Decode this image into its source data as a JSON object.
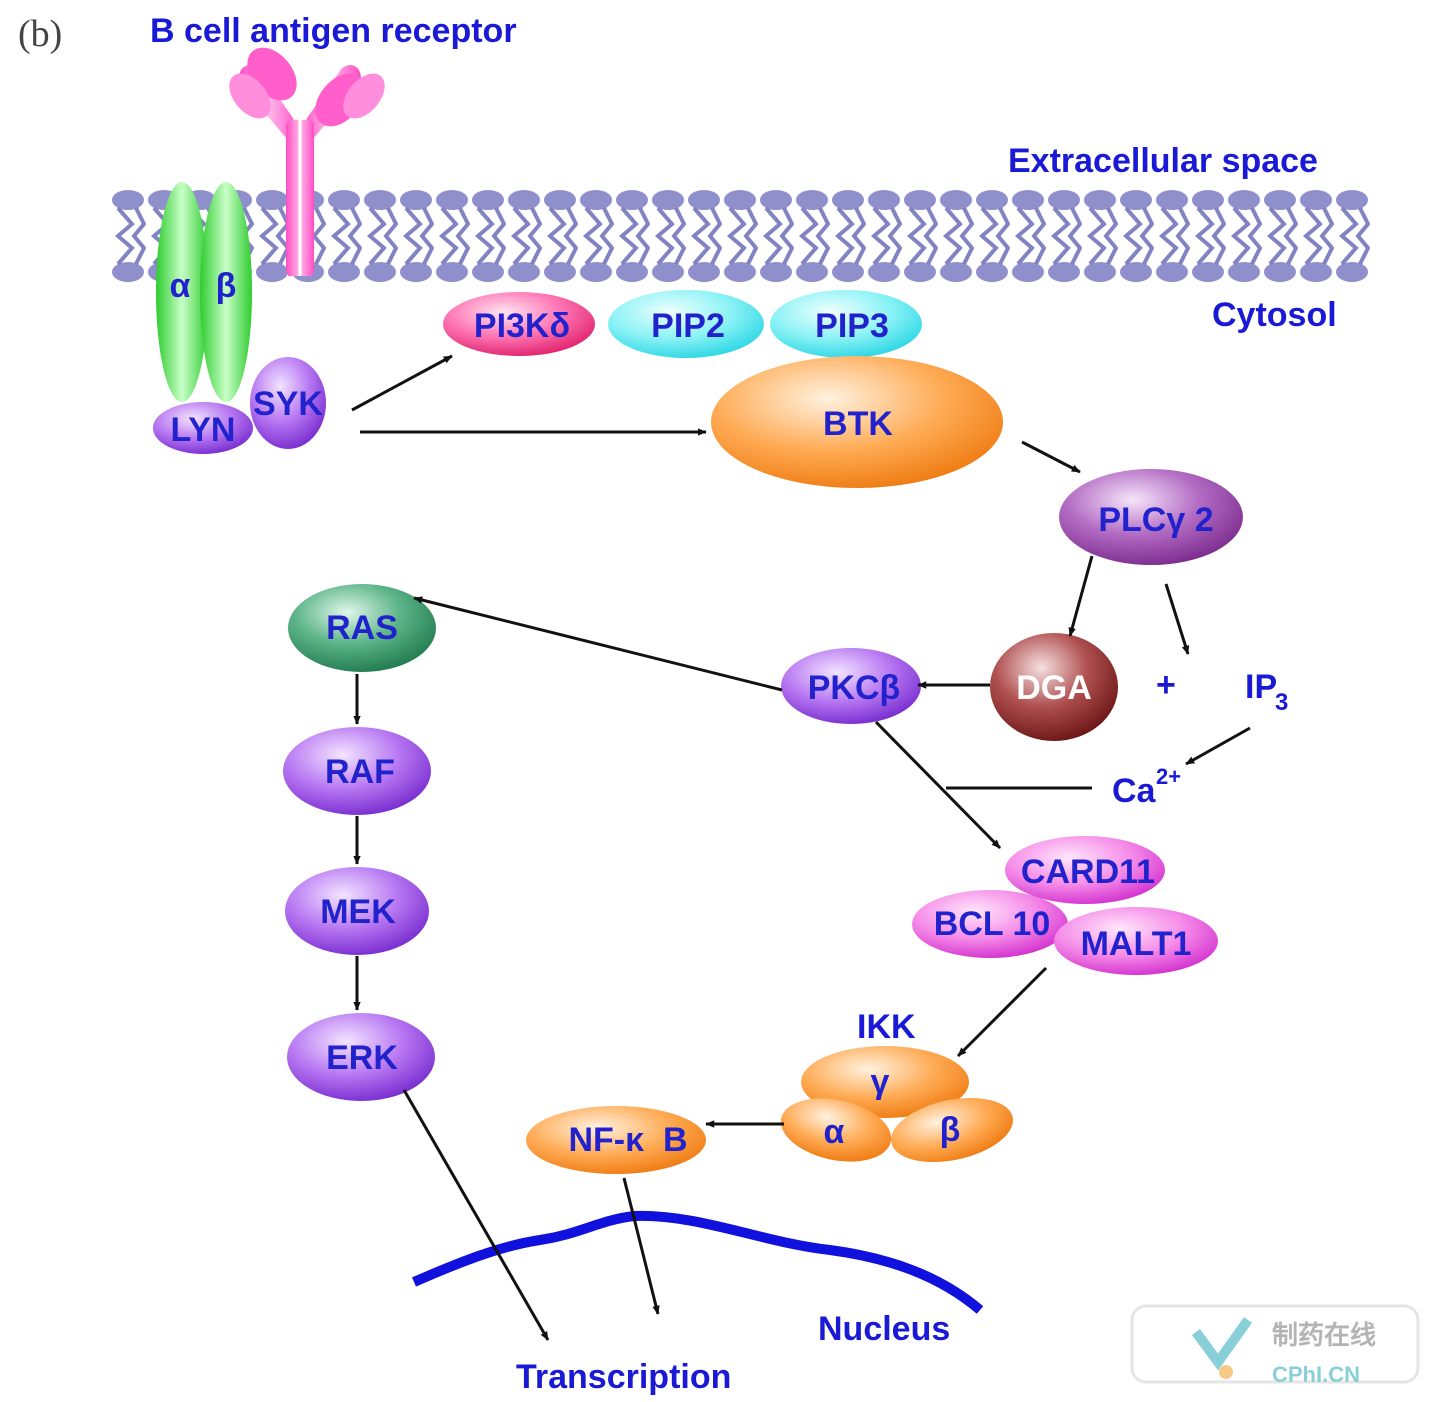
{
  "figure": {
    "panel_label": "(b)",
    "receptor_title": "B cell antigen receptor",
    "extracellular": "Extracellular space",
    "cytosol": "Cytosol",
    "nucleus": "Nucleus",
    "transcription": "Transcription"
  },
  "nodes": {
    "alpha_chain": "α",
    "beta_chain": "β",
    "lyn": "LYN",
    "syk": "SYK",
    "pi3k": "PI3Kδ",
    "pip2": "PIP2",
    "pip3": "PIP3",
    "btk": "BTK",
    "plcg2": "PLCγ 2",
    "ras": "RAS",
    "raf": "RAF",
    "mek": "MEK",
    "erk": "ERK",
    "pkcb": "PKCβ",
    "dga": "DGA",
    "plus": "+",
    "ip3": "IP",
    "ip3_sub": "3",
    "ca": "Ca",
    "ca_sup": "2+",
    "card11": "CARD11",
    "bcl10": "BCL 10",
    "malt1": "MALT1",
    "ikk": "IKK",
    "ikk_gamma": "γ",
    "ikk_alpha": "α",
    "ikk_beta": "β",
    "nfkb": "NF-κ  B"
  },
  "watermark": {
    "chinese": "制药在线",
    "brand": "CPhI.CN"
  },
  "colors": {
    "label_blue": "#1a1ad6",
    "membrane": "#8c8cc8",
    "receptor_pink": "#ff66cc",
    "chain_green": "#44dd44",
    "purple": "#b06cf0",
    "orange": "#ff9a2e",
    "magenta": "#f060e0",
    "cyan": "#5fe8f0",
    "ras_green": "#3a9a6a",
    "dga_maroon": "#8a2a2a",
    "plc_purple": "#9a3aa8",
    "nucleus_blue": "#1111dd"
  }
}
